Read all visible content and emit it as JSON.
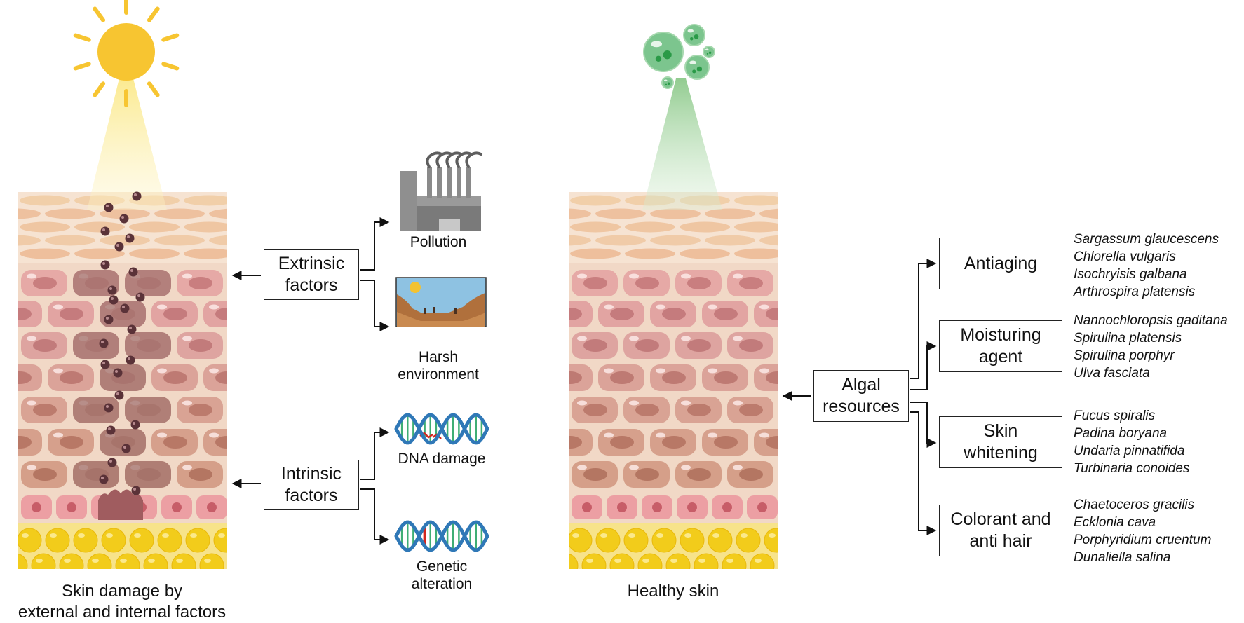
{
  "left_panel": {
    "caption": "Skin damage by\nexternal and internal factors",
    "extrinsic": {
      "label": "Extrinsic\nfactors",
      "items": [
        "Pollution",
        "Harsh\nenvironment"
      ]
    },
    "intrinsic": {
      "label": "Intrinsic\nfactors",
      "items": [
        "DNA damage",
        "Genetic\nalteration"
      ]
    }
  },
  "right_panel": {
    "caption": "Healthy skin",
    "source": "Algal\nresources",
    "applications": [
      {
        "label": "Antiaging",
        "species": [
          "Sargassum glaucescens",
          "Chlorella vulgaris",
          "Isochryisis galbana",
          "Arthrospira platensis"
        ]
      },
      {
        "label": "Moisturing\nagent",
        "species": [
          "Nannochloropsis gaditana",
          "Spirulina platensis",
          "Spirulina porphyr",
          "Ulva fasciata"
        ]
      },
      {
        "label": "Skin\nwhitening",
        "species": [
          "Fucus spiralis",
          "Padina boryana",
          "Undaria pinnatifida",
          "Turbinaria conoides"
        ]
      },
      {
        "label": "Colorant and\nanti hair",
        "species": [
          "Chaetoceros gracilis",
          "Ecklonia cava",
          "Porphyridium cruentum",
          "Dunaliella salina"
        ]
      }
    ]
  },
  "colors": {
    "sun": "#f7c531",
    "beam_yellow": "#fbe98a",
    "beam_green": "#8cc98a",
    "alga": "#7cc58e",
    "skin_top": "#f3d9c3",
    "skin_cell": "#e7a9a6",
    "fat": "#f3d31f",
    "damage": "#8a4b4b",
    "dna_blue": "#2f78b7",
    "dna_green": "#3fae74"
  },
  "icons": [
    "sun-icon",
    "algae-icon",
    "factory-icon",
    "desert-icon",
    "dna-icon"
  ]
}
